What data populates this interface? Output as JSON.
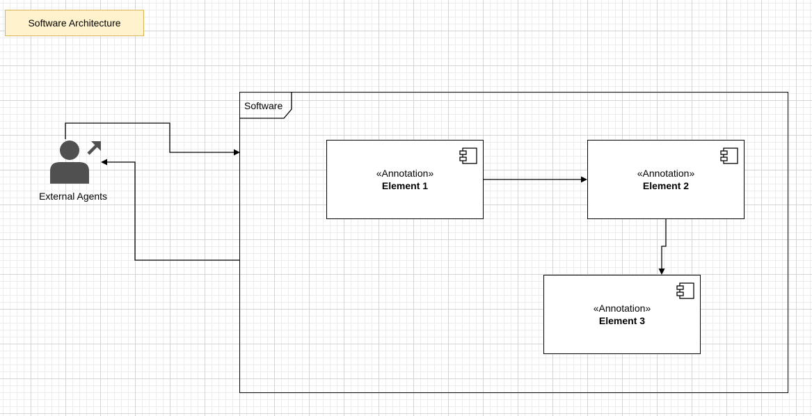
{
  "title_note": "Software Architecture",
  "frame": {
    "label": "Software"
  },
  "actor": {
    "label": "External Agents",
    "icon": "user-with-arrow-icon"
  },
  "components": [
    {
      "stereotype": "«Annotation»",
      "name": "Element 1",
      "icon": "component-icon"
    },
    {
      "stereotype": "«Annotation»",
      "name": "Element 2",
      "icon": "component-icon"
    },
    {
      "stereotype": "«Annotation»",
      "name": "Element 3",
      "icon": "component-icon"
    }
  ],
  "edges": [
    {
      "from": "External Agents",
      "to": "Software"
    },
    {
      "from": "Software",
      "to": "External Agents"
    },
    {
      "from": "Element 1",
      "to": "Element 2"
    },
    {
      "from": "Element 2",
      "to": "Element 3"
    }
  ],
  "colors": {
    "note_fill": "#fff2cc",
    "note_border": "#d6b656",
    "actor": "#505050"
  }
}
